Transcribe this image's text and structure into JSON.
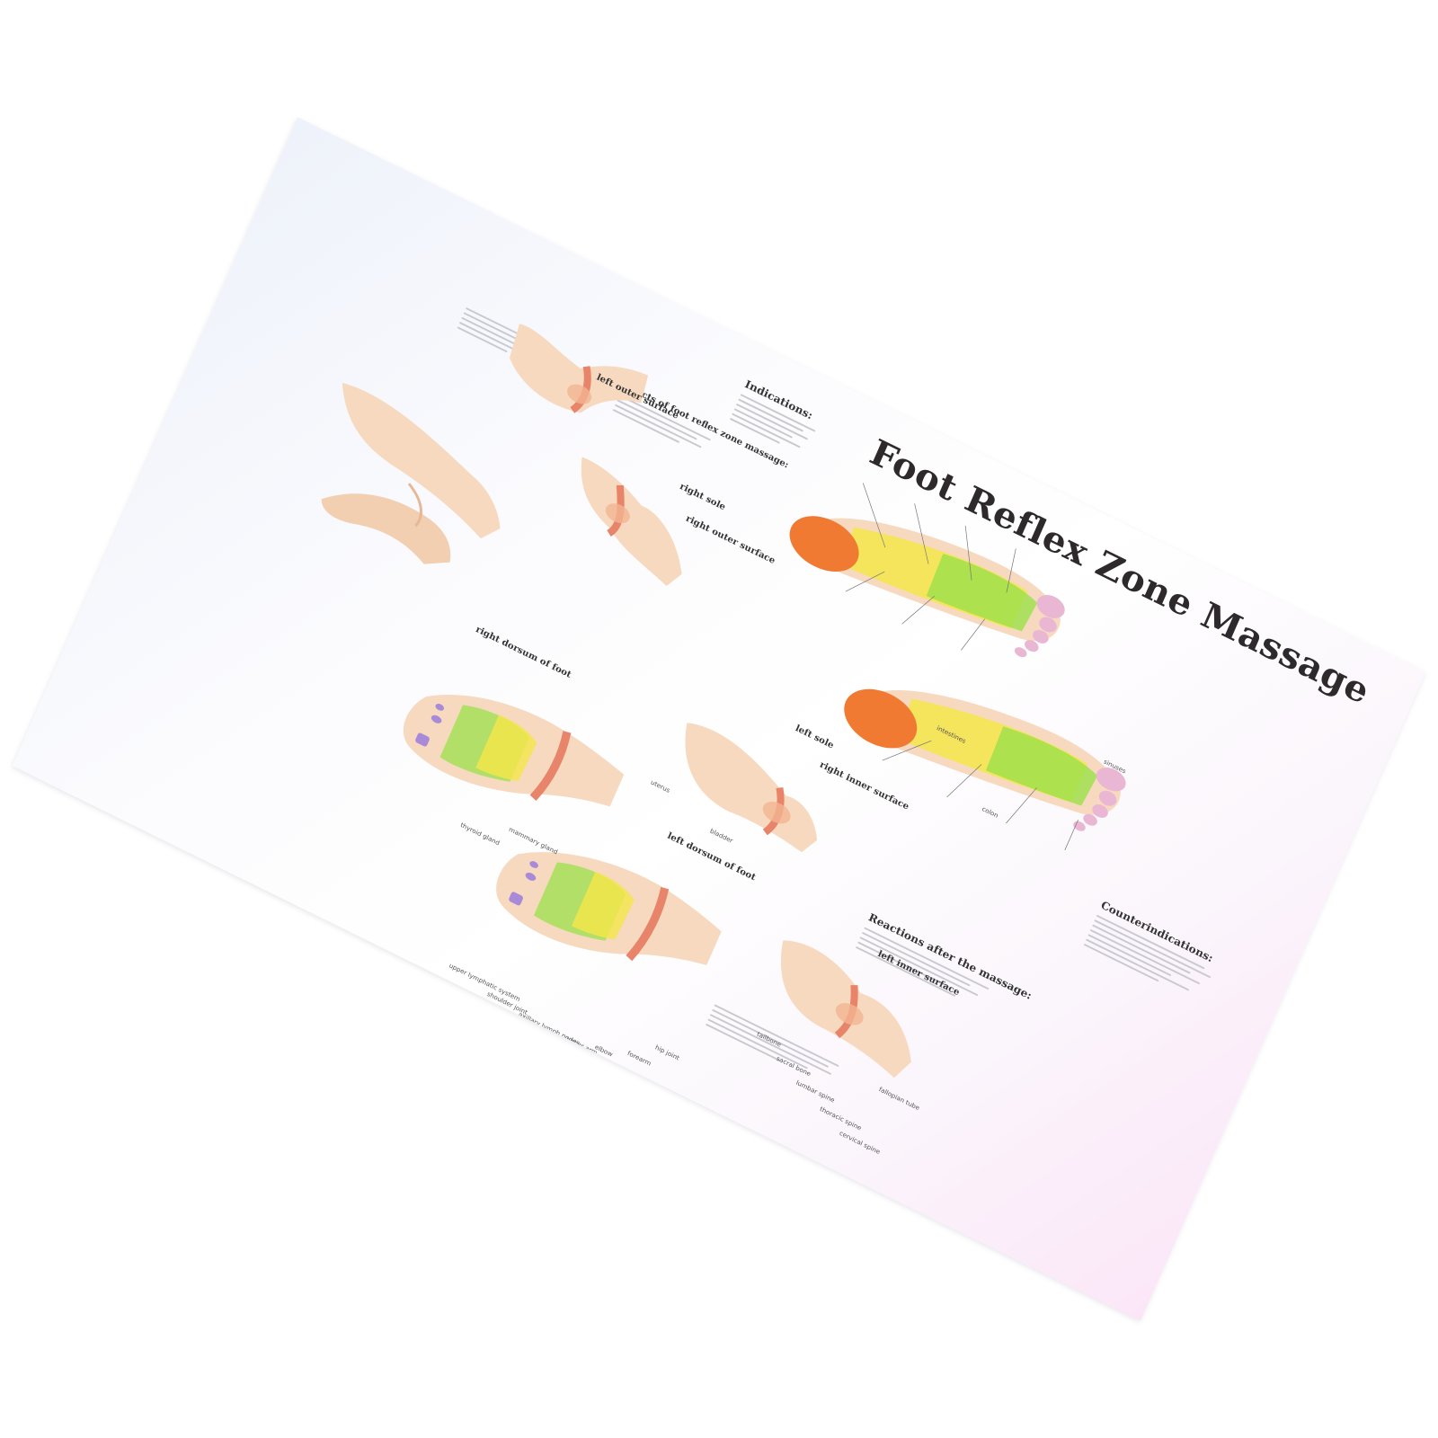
{
  "poster": {
    "title": "Foot Reflex Zone Massage",
    "indications_heading": "Indications:",
    "effects_heading": "Effects of foot reflex zone massage:",
    "counterindications_heading": "Counterindications:",
    "reactions_heading": "Reactions after the massage:",
    "views": {
      "right_sole": "right sole",
      "left_sole": "left sole",
      "left_outer_surface": "left outer surface",
      "right_outer_surface": "right outer surface",
      "right_inner_surface": "right inner surface",
      "left_inner_surface": "left inner surface",
      "right_dorsum": "right dorsum of foot",
      "left_dorsum": "left dorsum of foot"
    },
    "labels": {
      "hip_joint": "hip joint",
      "forearm": "forearm",
      "elbow": "elbow",
      "upper_arm": "upper arm",
      "axillary_lymph_nodes": "axillary lymph nodes",
      "shoulder_joint": "shoulder joint",
      "upper_lymphatic_system": "upper lymphatic system",
      "fallopian_tube": "fallopian tube",
      "cervical_spine": "cervical spine",
      "thoracic_spine": "thoracic spine",
      "lumbar_spine": "lumbar spine",
      "sacral_bone": "sacral bone",
      "tailbone": "tailbone",
      "bladder": "bladder",
      "mammary_gland": "mammary gland",
      "thyroid_gland": "thyroid gland",
      "uterus": "uterus",
      "intestines": "intestines",
      "colon": "colon",
      "sinuses": "sinuses"
    },
    "colors": {
      "skin": "#f6d9bf",
      "heel": "#f07a32",
      "zone_yellow": "#f5e64a",
      "zone_green": "#9be04a",
      "zone_pink": "#e9b7d3",
      "zone_purple": "#a98ad8",
      "band": "#e8846a"
    }
  }
}
